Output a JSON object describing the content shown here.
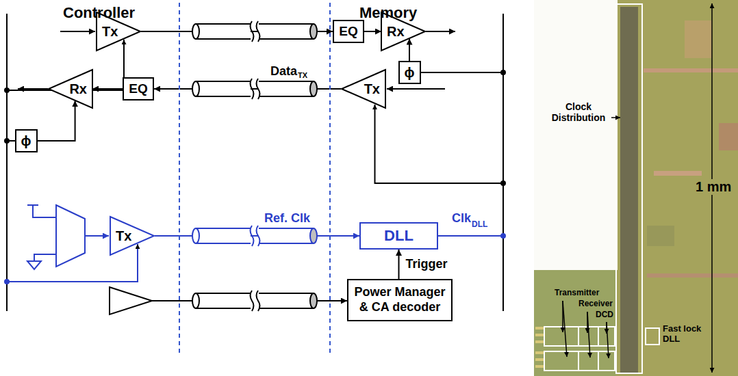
{
  "diagram": {
    "nodes": [
      {
        "text": [
          "Tx"
        ]
      },
      {
        "text": [
          "EQ"
        ]
      },
      {
        "text": [
          "Rx"
        ]
      },
      {
        "text": [
          "ϕ"
        ]
      },
      {
        "text": [
          "Tx"
        ]
      },
      {
        "text": [
          "Rx"
        ]
      },
      {
        "text": [
          "EQ"
        ]
      },
      {
        "text": [
          "ϕ"
        ]
      },
      {
        "text": [
          "Tx"
        ]
      },
      {
        "text": [
          "DLL"
        ]
      },
      {
        "text": [
          "Power Manager & CA decoder"
        ]
      }
    ],
    "edges": [
      {
        "from": 0,
        "to": 1,
        "arrow": "to"
      },
      {
        "from": 1,
        "to": 2,
        "arrow": "to"
      },
      {
        "from": 3,
        "to": 2,
        "arrow": "to"
      },
      {
        "from": 4,
        "to": 6,
        "arrow": "to"
      },
      {
        "from": 6,
        "to": 5,
        "arrow": "to"
      },
      {
        "from": 7,
        "to": 5,
        "arrow": "to"
      },
      {
        "from": 8,
        "to": 9,
        "arrow": "to"
      },
      {
        "from": 10,
        "to": 9,
        "arrow": "to",
        "label": "Trigger"
      }
    ],
    "labels": [
      "Controller",
      "Memory",
      "Data",
      "TX",
      "Ref. Clk",
      "Clk",
      "DLL",
      "Clock Distribution",
      "1 mm",
      "Transmitter",
      "Receiver",
      "DCD",
      "Fast lock DLL"
    ]
  }
}
